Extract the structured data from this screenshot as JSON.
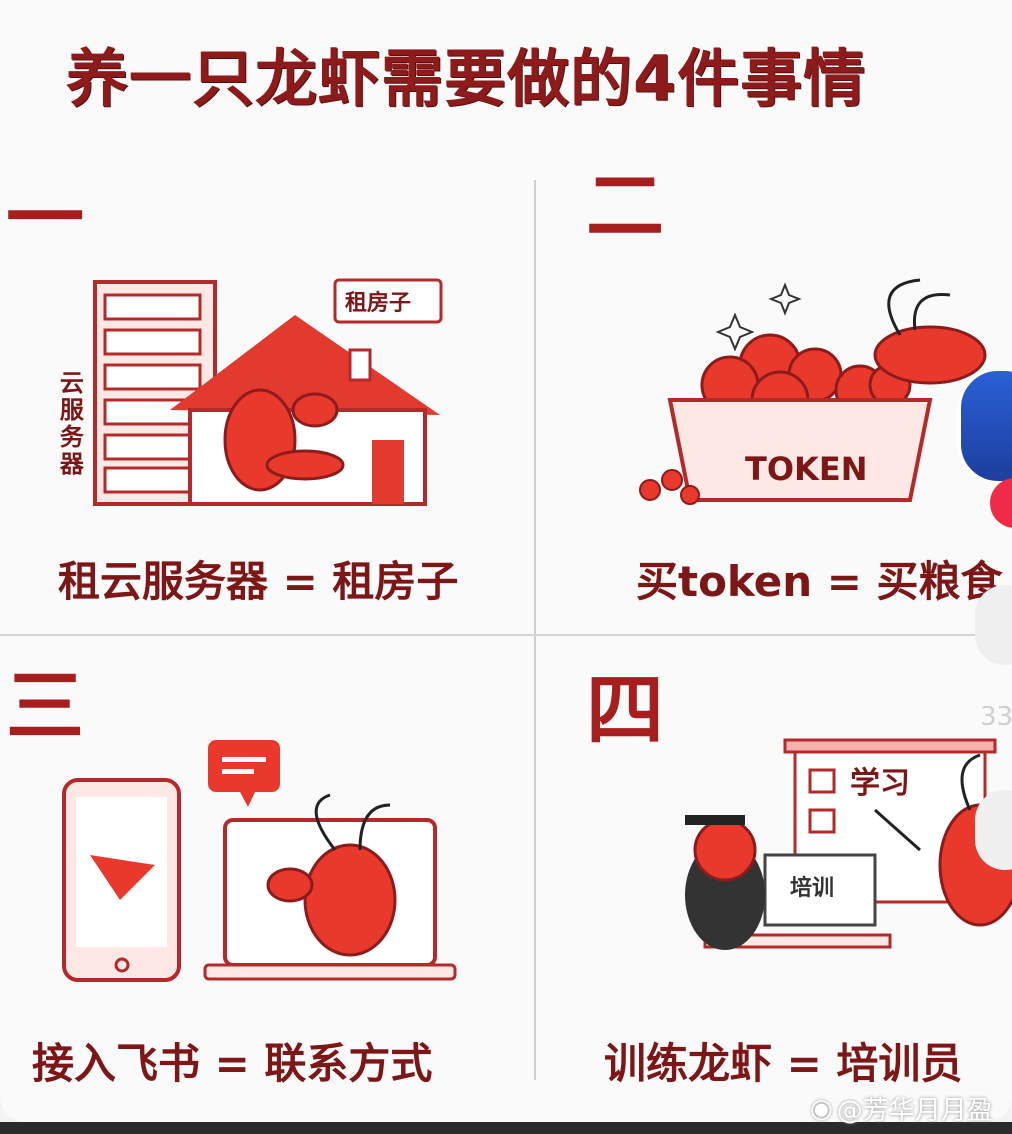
{
  "title": "养一只龙虾需要做的4件事情",
  "panels": [
    {
      "numeral": "一",
      "caption": "租云服务器 = 租房子",
      "labels": {
        "house": "租房子",
        "server": "云服务器"
      }
    },
    {
      "numeral": "二",
      "caption": "买token = 买粮食",
      "labels": {
        "bowl": "TOKEN"
      }
    },
    {
      "numeral": "三",
      "caption": "接入飞书 = 联系方式"
    },
    {
      "numeral": "四",
      "caption": "训练龙虾 = 培训员",
      "labels": {
        "board": "学习",
        "monitor": "培训"
      }
    }
  ],
  "overlay": {
    "count": "33",
    "watermark": "@芳华月月盈",
    "watermark_icon": "weibo-icon"
  },
  "colors": {
    "accent": "#a61e1e",
    "title": "#8e1b1b",
    "lobster": "#e8392c"
  }
}
